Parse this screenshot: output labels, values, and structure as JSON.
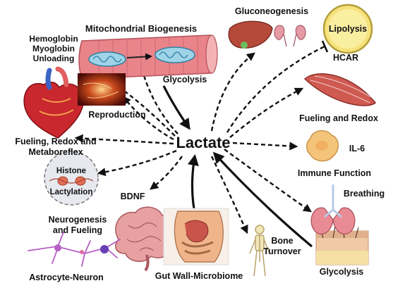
{
  "center": {
    "label": "Lactate"
  },
  "labels": {
    "mito": "Mitochondrial Biogenesis",
    "hemo1": "Hemoglobin",
    "hemo2": "Myoglobin",
    "hemo3": "Unloading",
    "glycolysis_top": "Glycolysis",
    "reproduction": "Reproduction",
    "heart1": "Fueling, Redox and",
    "heart2": "Metaboreflex",
    "histone": "Histone",
    "lactylation": "Lactylation",
    "bdnf": "BDNF",
    "neuro1": "Neurogenesis",
    "neuro2": "and Fueling",
    "astro": "Astrocyte-Neuron",
    "gut": "Gut Wall-Microbiome",
    "bone1": "Bone",
    "bone2": "Turnover",
    "glycolysis_br": "Glycolysis",
    "breathing": "Breathing",
    "immune": "Immune Function",
    "il6": "IL-6",
    "muscle": "Fueling and Redox",
    "hcar": "HCAR",
    "lipolysis": "Lipolysis",
    "gluco": "Gluconeogenesis"
  },
  "colors": {
    "arrow": "#111111",
    "vessel": "#e8848a",
    "mito": "#9fd3e8",
    "heart": "#c8282e",
    "liver": "#b5493a",
    "kidney": "#e69aa6",
    "fat": "#f6e27a",
    "muscle": "#cf5a52",
    "cell": "#f4c47a",
    "lung": "#e98b95",
    "skin": "#f0c9a6",
    "brain": "#e7a1a3",
    "neuron": "#b65fc4",
    "histone": "#e7e9ef",
    "bone": "#f1e6b8"
  },
  "icons": [
    "blood-vessel-icon",
    "heart-icon",
    "repro-icon",
    "histone-icon",
    "brain-icon",
    "neuron-icon",
    "gut-icon",
    "skeleton-icon",
    "skin-icon",
    "lungs-icon",
    "immune-cell-icon",
    "muscle-icon",
    "fat-cell-icon",
    "liver-icon",
    "kidney-icon"
  ]
}
